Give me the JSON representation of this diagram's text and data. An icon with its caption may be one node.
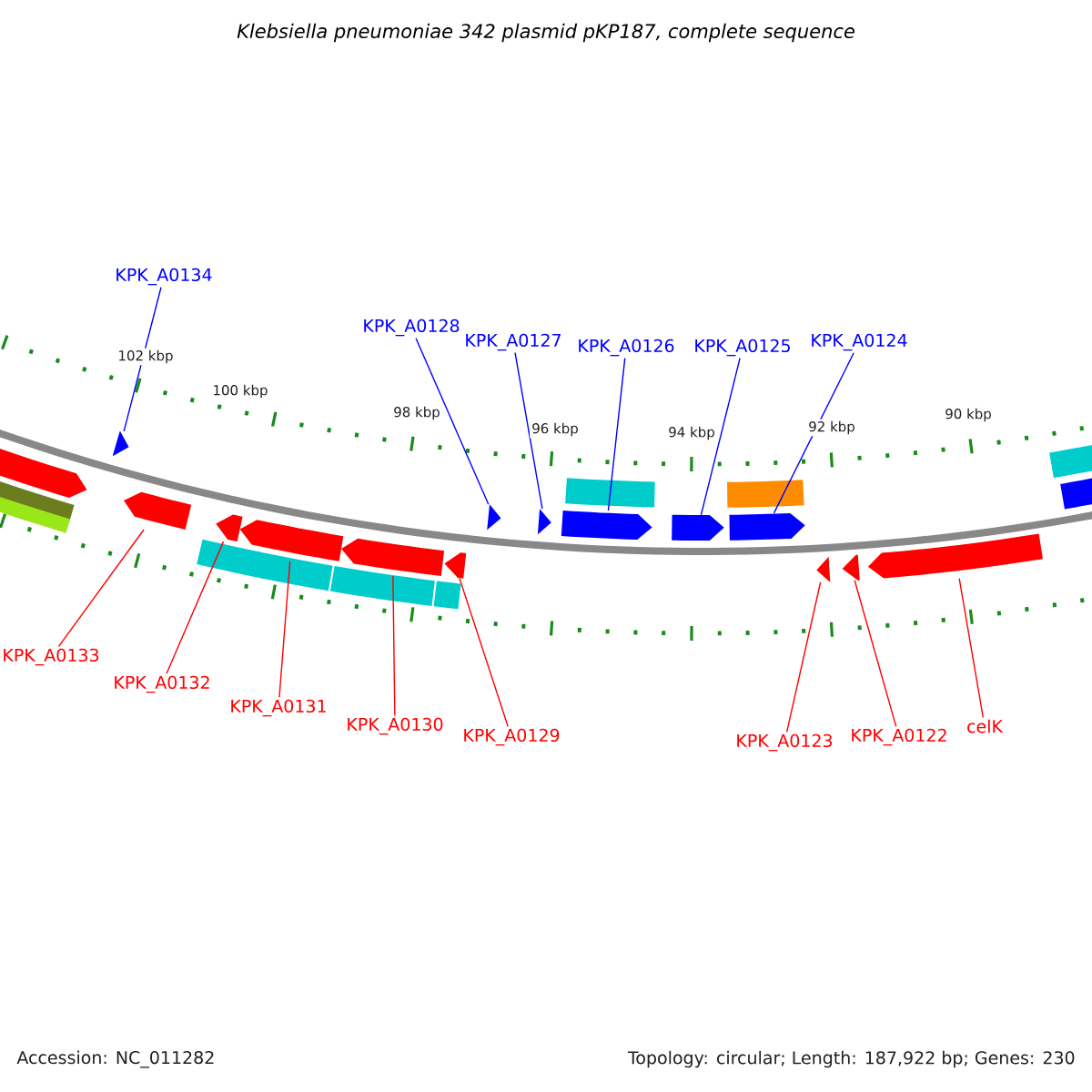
{
  "diagram": {
    "title": "Klebsiella pneumoniae 342 plasmid pKP187, complete sequence",
    "nodes": [
      {
        "text": [
          "KPK_A0134"
        ]
      },
      {
        "text": [
          "KPK_A0128"
        ]
      },
      {
        "text": [
          "KPK_A0127"
        ]
      },
      {
        "text": [
          "KPK_A0126"
        ]
      },
      {
        "text": [
          "KPK_A0125"
        ]
      },
      {
        "text": [
          "KPK_A0124"
        ]
      },
      {
        "text": [
          "KPK_A0133"
        ]
      },
      {
        "text": [
          "KPK_A0132"
        ]
      },
      {
        "text": [
          "KPK_A0131"
        ]
      },
      {
        "text": [
          "KPK_A0130"
        ]
      },
      {
        "text": [
          "KPK_A0129"
        ]
      },
      {
        "text": [
          "KPK_A0123"
        ]
      },
      {
        "text": [
          "KPK_A0122"
        ]
      },
      {
        "text": [
          "celK"
        ]
      },
      {
        "text": [],
        "shape": "arrow"
      },
      {
        "text": [],
        "shape": "arrow"
      },
      {
        "text": [],
        "shape": "arrow"
      },
      {
        "text": [],
        "shape": "arrow"
      },
      {
        "text": [],
        "shape": "arrow"
      },
      {
        "text": [],
        "shape": "arrow"
      },
      {
        "text": [],
        "shape": "arrow"
      },
      {
        "text": [],
        "shape": "arrow"
      },
      {
        "text": [],
        "shape": "arrow"
      },
      {
        "text": [],
        "shape": "arrow"
      },
      {
        "text": [],
        "shape": "arrow"
      },
      {
        "text": [],
        "shape": "arrow"
      },
      {
        "text": [],
        "shape": "arrow"
      },
      {
        "text": [],
        "shape": "arrow"
      },
      {
        "text": [],
        "shape": "arrow"
      },
      {
        "text": [],
        "shape": "bar"
      },
      {
        "text": [],
        "shape": "bar"
      },
      {
        "text": [],
        "shape": "bar"
      },
      {
        "text": [],
        "shape": "bar"
      },
      {
        "text": [],
        "shape": "bar"
      },
      {
        "text": [],
        "shape": "bar"
      },
      {
        "text": [],
        "shape": "bar"
      },
      {
        "text": [],
        "shape": "bar"
      },
      {
        "text": [],
        "shape": "bar"
      }
    ],
    "edges": [
      {
        "from": 0,
        "to": 14,
        "arrow": "none",
        "color": "#0000ff"
      },
      {
        "from": 1,
        "to": 20,
        "arrow": "none",
        "color": "#0000ff"
      },
      {
        "from": 2,
        "to": 21,
        "arrow": "none",
        "color": "#0000ff"
      },
      {
        "from": 3,
        "to": 22,
        "arrow": "none",
        "color": "#0000ff"
      },
      {
        "from": 4,
        "to": 23,
        "arrow": "none",
        "color": "#0000ff"
      },
      {
        "from": 5,
        "to": 24,
        "arrow": "none",
        "color": "#0000ff"
      },
      {
        "from": 6,
        "to": 15,
        "arrow": "none"
      },
      {
        "from": 7,
        "to": 16,
        "arrow": "none"
      },
      {
        "from": 8,
        "to": 17,
        "arrow": "none"
      },
      {
        "from": 9,
        "to": 18,
        "arrow": "none"
      },
      {
        "from": 10,
        "to": 19,
        "arrow": "none"
      },
      {
        "from": 11,
        "to": 25,
        "arrow": "none"
      },
      {
        "from": 12,
        "to": 26,
        "arrow": "none"
      },
      {
        "from": 13,
        "to": 27,
        "arrow": "none"
      }
    ],
    "labels": [
      "102 kbp",
      "100 kbp",
      "98 kbp",
      "96 kbp",
      "94 kbp",
      "92 kbp",
      "90 kbp",
      "Accession: NC_011282",
      "Topology: circular; Length: 187,922 bp; Genes: 230"
    ]
  }
}
